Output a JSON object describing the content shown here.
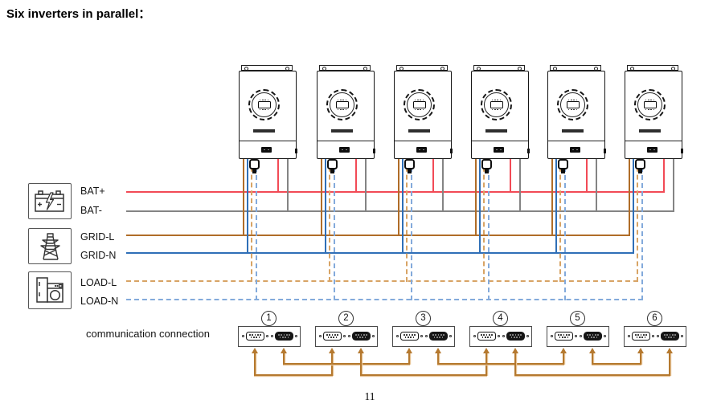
{
  "title": "Six inverters in parallel：",
  "page_number": "11",
  "legend": {
    "icons": [
      {
        "name": "battery-icon"
      },
      {
        "name": "grid-tower-icon"
      },
      {
        "name": "load-appliances-icon"
      }
    ],
    "bus_lines": [
      {
        "id": "bat-plus",
        "label": "BAT+",
        "color": "#f24a56",
        "line_style": "solid"
      },
      {
        "id": "bat-minus",
        "label": "BAT-",
        "color": "#848484",
        "line_style": "solid"
      },
      {
        "id": "grid-l",
        "label": "GRID-L",
        "color": "#b06d28",
        "line_style": "solid"
      },
      {
        "id": "grid-n",
        "label": "GRID-N",
        "color": "#2f6fb7",
        "line_style": "solid"
      },
      {
        "id": "load-l",
        "label": "LOAD-L",
        "color": "#d8a465",
        "line_style": "dashed"
      },
      {
        "id": "load-n",
        "label": "LOAD-N",
        "color": "#83aadb",
        "line_style": "dashed"
      }
    ]
  },
  "inverters": {
    "count": 6
  },
  "comm": {
    "label": "communication connection",
    "wire_color": "#b5792f",
    "wire_highlight": "#e6c293",
    "units": [
      {
        "number": "1"
      },
      {
        "number": "2"
      },
      {
        "number": "3"
      },
      {
        "number": "4"
      },
      {
        "number": "5"
      },
      {
        "number": "6"
      }
    ],
    "connections": [
      {
        "from_unit": 1,
        "from_port": "left",
        "to_unit": 2,
        "to_port": "left",
        "level": "lower"
      },
      {
        "from_unit": 1,
        "from_port": "right",
        "to_unit": 3,
        "to_port": "left",
        "level": "upper"
      },
      {
        "from_unit": 2,
        "from_port": "right",
        "to_unit": 4,
        "to_port": "left",
        "level": "lower"
      },
      {
        "from_unit": 3,
        "from_port": "right",
        "to_unit": 5,
        "to_port": "left",
        "level": "upper"
      },
      {
        "from_unit": 4,
        "from_port": "right",
        "to_unit": 6,
        "to_port": "right",
        "level": "lower"
      },
      {
        "from_unit": 5,
        "from_port": "right",
        "to_unit": 6,
        "to_port": "left",
        "level": "upper"
      }
    ]
  }
}
